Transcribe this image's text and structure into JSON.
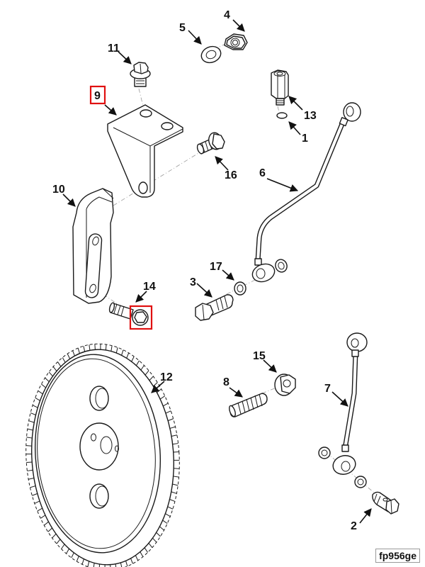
{
  "figure": {
    "id_label": "fp956ge",
    "highlight_color": "#e01010",
    "line_color": "#1a1a1a"
  },
  "callouts": {
    "c1": "1",
    "c2": "2",
    "c3": "3",
    "c4": "4",
    "c5": "5",
    "c6": "6",
    "c7": "7",
    "c8": "8",
    "c9": "9",
    "c10": "10",
    "c11": "11",
    "c12": "12",
    "c13": "13",
    "c14": "14",
    "c15": "15",
    "c16": "16",
    "c17": "17"
  },
  "highlighted_callouts": [
    "9",
    "14"
  ],
  "parts": [
    {
      "callout": "1",
      "name": "o-ring"
    },
    {
      "callout": "2",
      "name": "banjo-bolt"
    },
    {
      "callout": "3",
      "name": "banjo-bolt"
    },
    {
      "callout": "4",
      "name": "hex-nut"
    },
    {
      "callout": "5",
      "name": "washer"
    },
    {
      "callout": "6",
      "name": "fuel-tube"
    },
    {
      "callout": "7",
      "name": "fuel-tube"
    },
    {
      "callout": "8",
      "name": "stud"
    },
    {
      "callout": "9",
      "name": "bracket"
    },
    {
      "callout": "10",
      "name": "support"
    },
    {
      "callout": "11",
      "name": "flange-capscrew"
    },
    {
      "callout": "12",
      "name": "gear"
    },
    {
      "callout": "13",
      "name": "adapter-fitting"
    },
    {
      "callout": "14",
      "name": "flange-capscrew"
    },
    {
      "callout": "15",
      "name": "flange-nut"
    },
    {
      "callout": "16",
      "name": "flange-capscrew"
    },
    {
      "callout": "17",
      "name": "sealing-washer"
    }
  ]
}
